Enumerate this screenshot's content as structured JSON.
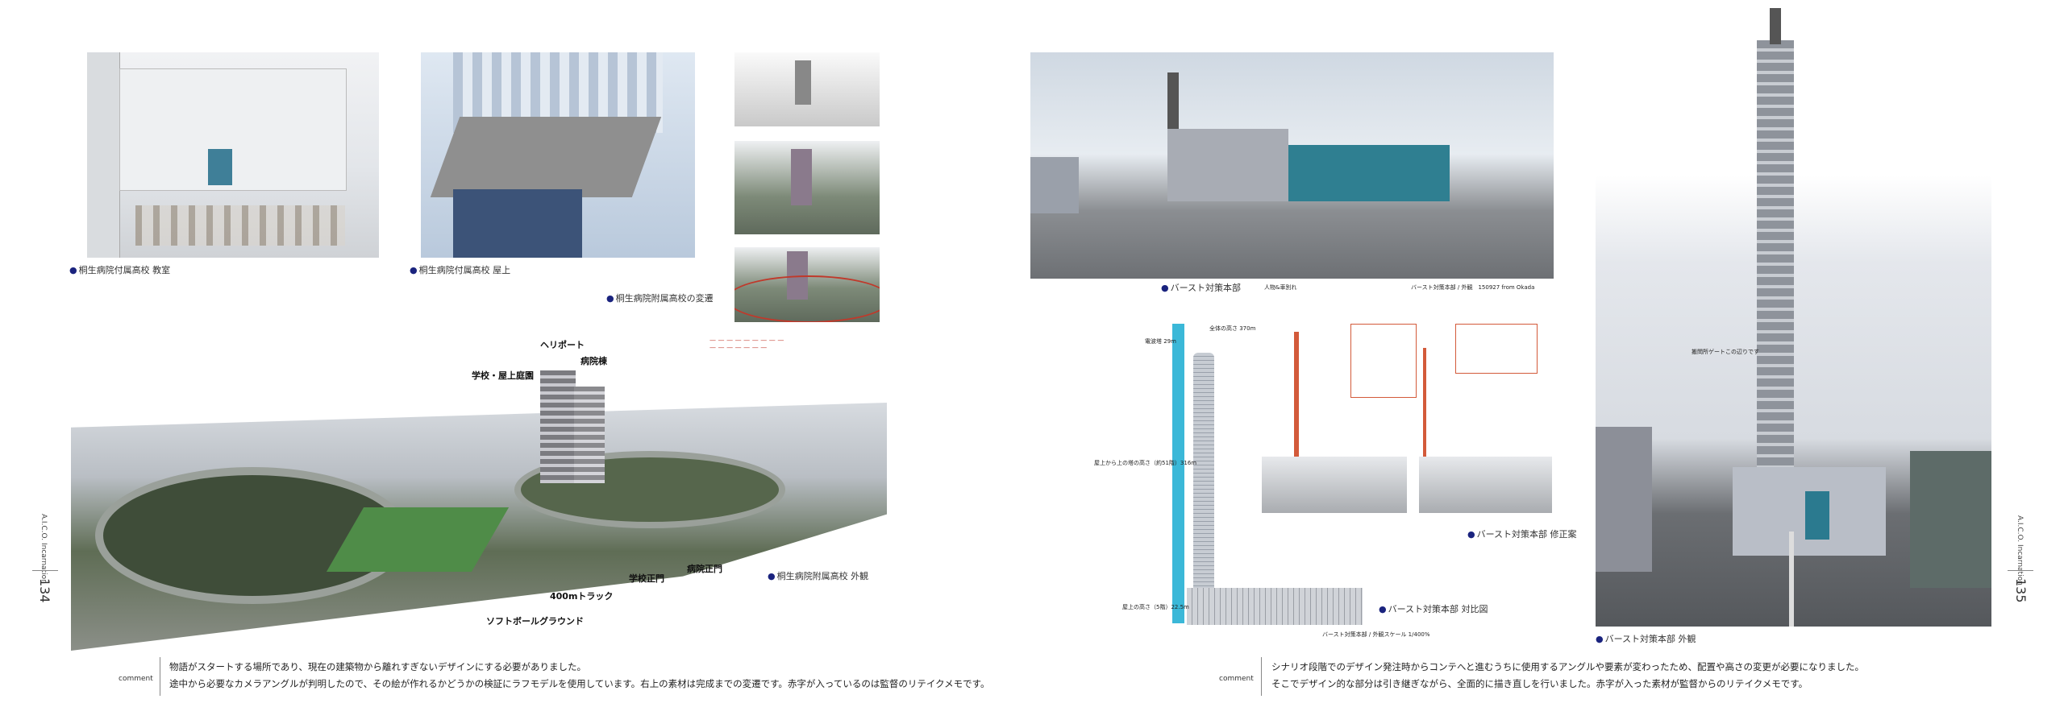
{
  "left_page": {
    "side_title": "A.I.C.O. Incarnation",
    "page_number": "134",
    "captions": {
      "classroom": "桐生病院付属高校 教室",
      "rooftop": "桐生病院付属高校 屋上",
      "evolution": "桐生病院附属高校の変遷",
      "exterior": "桐生病院附属高校 外観"
    },
    "aerial_labels": {
      "heliport": "ヘリポート",
      "hospital_wing": "病院棟",
      "school_rooftop_garden": "学校・屋上庭園",
      "hospital_gate": "病院正門",
      "school_gate": "学校正門",
      "track": "400mトラック",
      "softball_ground": "ソフトボールグラウンド"
    },
    "comment": {
      "label": "comment",
      "lines": [
        "物語がスタートする場所であり、現在の建築物から離れすぎないデザインにする必要がありました。",
        "途中から必要なカメラアングルが判明したので、その絵が作れるかどうかの検証にラフモデルを使用しています。右上の素材は完成までの変遷です。赤字が入っているのは監督のリテイクメモです。"
      ]
    }
  },
  "right_page": {
    "side_title": "A.I.C.O. Incarnation",
    "page_number": "135",
    "captions": {
      "hq": "バースト対策本部",
      "revision": "バースト対策本部 修正案",
      "comparison": "バースト対策本部 対比図",
      "exterior": "バースト対策本部 外観"
    },
    "street_image": {
      "note": "人物&車別れ",
      "credit": "バースト対策本部 / 外観　150927 from Okada"
    },
    "elevation": {
      "total_height": "全体の高さ 370m",
      "antenna": "電波塔 29m",
      "tower_above_roof": "屋上から上の塔の高さ（約51階）316m",
      "roof_height": "屋上の高さ（5階）22.5m",
      "scale_note": "バースト対策本部 / 外観スケール 1/400%"
    },
    "tower_note": "搬問所ゲートこの辺りです",
    "comment": {
      "label": "comment",
      "lines": [
        "シナリオ段階でのデザイン発注時からコンテへと進むうちに使用するアングルや要素が変わったため、配置や高さの変更が必要になりました。",
        "そこでデザイン的な部分は引き継ぎながら、全面的に描き直しを行いました。赤字が入った素材が監督からのリテイクメモです。"
      ]
    }
  },
  "colors": {
    "caption_bullet": "#1a237e",
    "retake_red": "#c0392b",
    "elevation_cyan": "#3bb8d8"
  }
}
